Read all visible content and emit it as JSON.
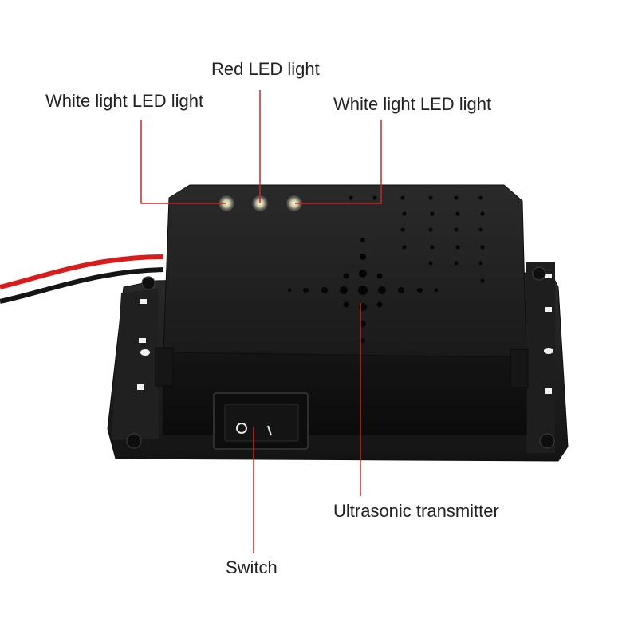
{
  "labels": {
    "red_led": "Red LED light",
    "white_led_left": "White light LED light",
    "white_led_right": "White light LED light",
    "ultrasonic": "Ultrasonic transmitter",
    "switch": "Switch"
  },
  "switch_symbols": {
    "off": "O",
    "on": "I"
  },
  "colors": {
    "leader_line": "#c62828",
    "device_body": "#1c1c1c",
    "wire_red": "#d81b1b",
    "wire_black": "#151515",
    "label_text": "#222222"
  }
}
